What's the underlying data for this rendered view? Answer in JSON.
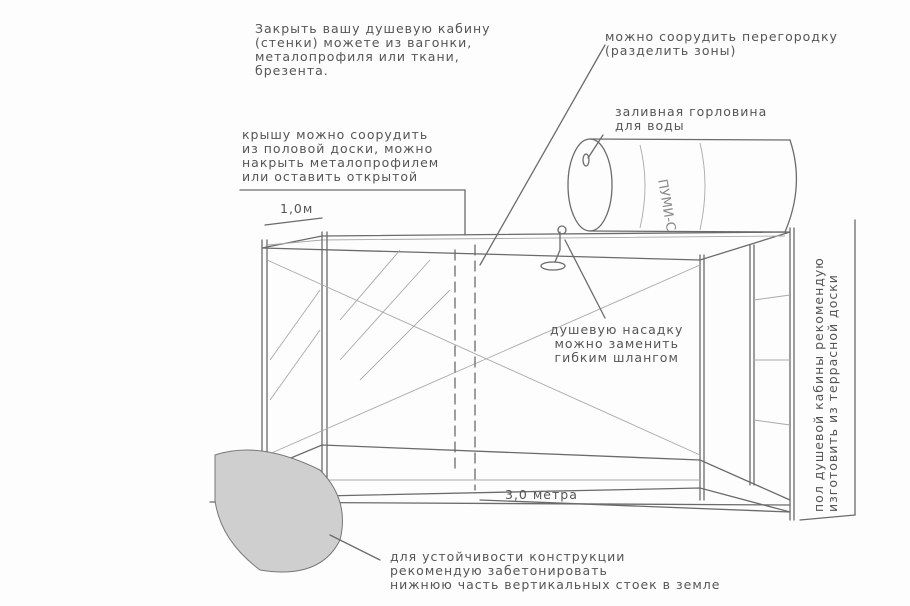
{
  "annotations": {
    "walls": "Закрыть вашу душевую кабину\n(стенки) можете из вагонки,\nметалопрофиля или ткани,\nбрезента.",
    "partition": "можно соорудить перегородку\n(разделить зоны)",
    "filler_neck": "заливная горловина\nдля воды",
    "roof": "крышу можно соорудить\nиз половой доски, можно\nнакрыть металопрофилем\nили оставить открытой",
    "width_dim": "1,0м",
    "shower_head": "душевую насадку\nможно заменить\nгибким шлангом",
    "length_dim": "3,0 метра",
    "floor": "пол душевой кабины рекомендую\nизготовить из террасной доски",
    "concrete": "для устойчивости конструкции\nрекомендую забетонировать\nнижнюю часть вертикальных стоек в земле"
  },
  "barrel_label": "ПУМИ-С",
  "colors": {
    "pencil": "#6b6b6b",
    "paper": "#fdfdfd"
  }
}
